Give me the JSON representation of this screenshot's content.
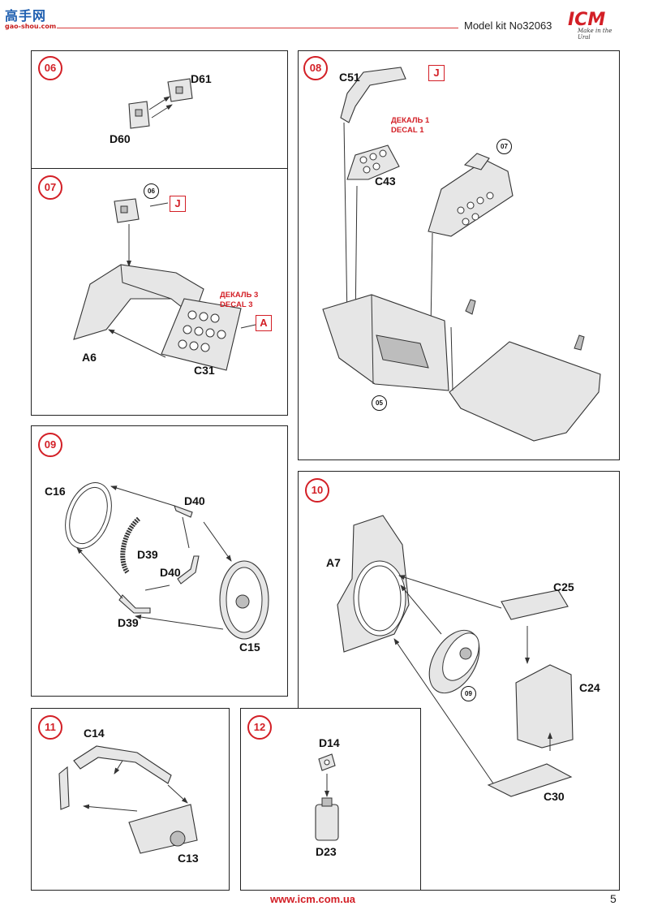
{
  "header": {
    "watermark": "高手网",
    "watermark_sub": "gao-shou.com",
    "kit_number": "Model kit No32063",
    "logo_text": "ICM",
    "logo_tagline": "Make in the Ural"
  },
  "steps": {
    "s06": {
      "number": "06",
      "parts": [
        "D61",
        "D60"
      ]
    },
    "s07": {
      "number": "07",
      "parts": [
        "A6",
        "C31"
      ],
      "ref": "06",
      "box_j": "J",
      "box_a": "A",
      "decal": [
        "ДЕКАЛЬ 3",
        "DECAL 3"
      ]
    },
    "s08": {
      "number": "08",
      "parts": [
        "C51",
        "C43"
      ],
      "ref_top": "07",
      "ref_bottom": "05",
      "box_j": "J",
      "decal": [
        "ДЕКАЛЬ 1",
        "DECAL 1"
      ]
    },
    "s09": {
      "number": "09",
      "parts": [
        "C16",
        "D40",
        "D39",
        "D40",
        "D39",
        "C15"
      ]
    },
    "s10": {
      "number": "10",
      "parts": [
        "A7",
        "C25",
        "C24",
        "C30"
      ],
      "ref": "09"
    },
    "s11": {
      "number": "11",
      "parts": [
        "C14",
        "C13"
      ]
    },
    "s12": {
      "number": "12",
      "parts": [
        "D14",
        "D23"
      ]
    }
  },
  "footer": {
    "url": "www.icm.com.ua",
    "page": "5"
  },
  "colors": {
    "accent": "#d31f26",
    "line": "#222222"
  }
}
